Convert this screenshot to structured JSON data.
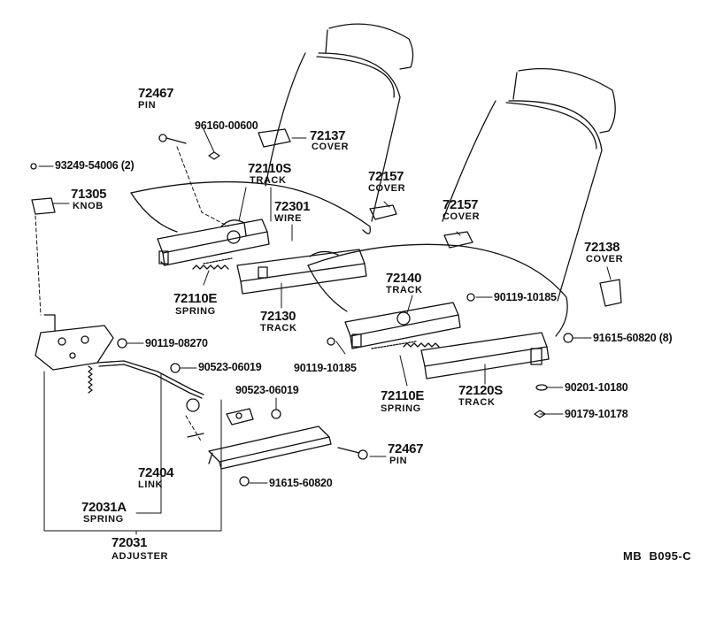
{
  "callouts": {
    "p72467_top": {
      "number": "72467",
      "name": "PIN"
    },
    "p96160": {
      "number": "96160-00600"
    },
    "p72137": {
      "number": "72137",
      "name": "COVER"
    },
    "p93249": {
      "number": "93249-54006 (2)"
    },
    "p72110s": {
      "number": "72110S",
      "name": "TRACK"
    },
    "p71305": {
      "number": "71305",
      "name": "KNOB"
    },
    "p72157_a": {
      "number": "72157",
      "name": "COVER"
    },
    "p72301": {
      "number": "72301",
      "name": "WIRE"
    },
    "p72157_b": {
      "number": "72157",
      "name": "COVER"
    },
    "p72138": {
      "number": "72138",
      "name": "COVER"
    },
    "p72140": {
      "number": "72140",
      "name": "TRACK"
    },
    "p90119_10185a": {
      "number": "90119-10185"
    },
    "p72110e_a": {
      "number": "72110E",
      "name": "SPRING"
    },
    "p72130": {
      "number": "72130",
      "name": "TRACK"
    },
    "p90119_08270": {
      "number": "90119-08270"
    },
    "p91615_60820a": {
      "number": "91615-60820 (8)"
    },
    "p90523_06019a": {
      "number": "90523-06019"
    },
    "p90119_10185b": {
      "number": "90119-10185"
    },
    "p72110e_b": {
      "number": "72110E",
      "name": "SPRING"
    },
    "p72120s": {
      "number": "72120S",
      "name": "TRACK"
    },
    "p90201": {
      "number": "90201-10180"
    },
    "p90523_06019b": {
      "number": "90523-06019"
    },
    "p90179": {
      "number": "90179-10178"
    },
    "p72467_bot": {
      "number": "72467",
      "name": "PIN"
    },
    "p72404": {
      "number": "72404",
      "name": "LINK"
    },
    "p91615_60820b": {
      "number": "91615-60820"
    },
    "p72031a": {
      "number": "72031A",
      "name": "SPRING"
    },
    "p72031": {
      "number": "72031",
      "name": "ADJUSTER"
    }
  },
  "figure_ref": "MB  B095-C"
}
